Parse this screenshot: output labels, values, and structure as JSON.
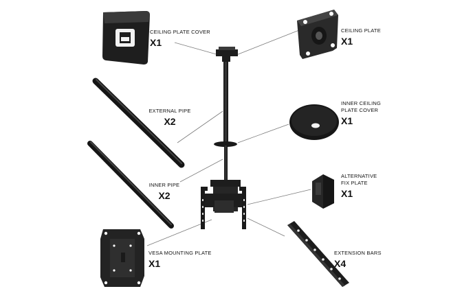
{
  "parts": [
    {
      "id": "ceiling-plate-cover",
      "name": "CEILING PLATE COVER",
      "qty": "x1"
    },
    {
      "id": "ceiling-plate",
      "name": "CEILING PLATE",
      "qty": "x1"
    },
    {
      "id": "external-pipe",
      "name": "EXTERNAL PIPE",
      "qty": "x2"
    },
    {
      "id": "inner-ceiling-plate-cover",
      "name": "INNER CEILING\nPLATE COVER",
      "qty": "x1"
    },
    {
      "id": "inner-pipe",
      "name": "INNER PIPE",
      "qty": "x2"
    },
    {
      "id": "alternative-fix-plate",
      "name": "ALTERNATIVE\nFIX PLATE",
      "qty": "x1"
    },
    {
      "id": "vesa-mounting-plate",
      "name": "VESA MOUNTING PLATE",
      "qty": "x1"
    },
    {
      "id": "extension-bars",
      "name": "EXTENSION BARS",
      "qty": "x4"
    }
  ],
  "colors": {
    "part": "#1c1c1c",
    "part_light": "#3a3a3a",
    "leader_line": "#777777",
    "text": "#111111"
  }
}
